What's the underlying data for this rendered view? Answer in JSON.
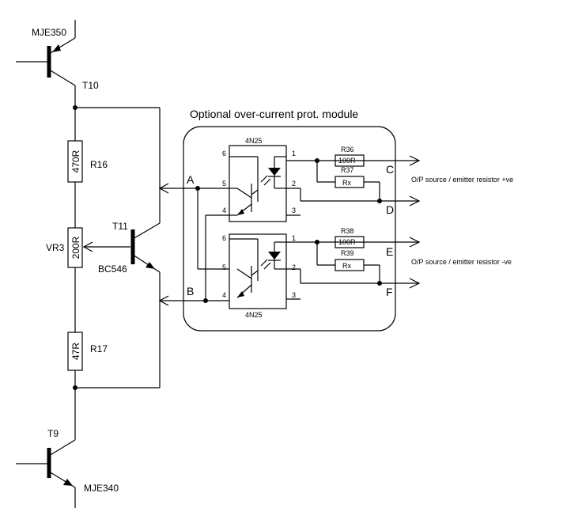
{
  "title": "Optional over-current prot. module",
  "transistors": {
    "t10_part": "MJE350",
    "t10_ref": "T10",
    "t11_ref": "T11",
    "t11_part": "BC546",
    "t9_ref": "T9",
    "t9_part": "MJE340"
  },
  "resistors": {
    "r16_value": "470R",
    "r16_ref": "R16",
    "vr3_value": "200R",
    "vr3_ref": "VR3",
    "r17_value": "47R",
    "r17_ref": "R17",
    "r36_ref": "R36",
    "r36_value": "100R",
    "r37_ref": "R37",
    "r37_value": "Rx",
    "r38_ref": "R38",
    "r38_value": "100R",
    "r39_ref": "R39",
    "r39_value": "Rx"
  },
  "optocouplers": {
    "top_part": "4N25",
    "bottom_part": "4N25",
    "pins": {
      "p1": "1",
      "p2": "2",
      "p3": "3",
      "p4": "4",
      "p5": "5",
      "p6": "6"
    }
  },
  "nodes": {
    "a": "A",
    "b": "B",
    "c": "C",
    "d": "D",
    "e": "E",
    "f": "F"
  },
  "notes": {
    "positive": "O/P source / emitter resistor +ve",
    "negative": "O/P source / emitter resistor -ve"
  }
}
